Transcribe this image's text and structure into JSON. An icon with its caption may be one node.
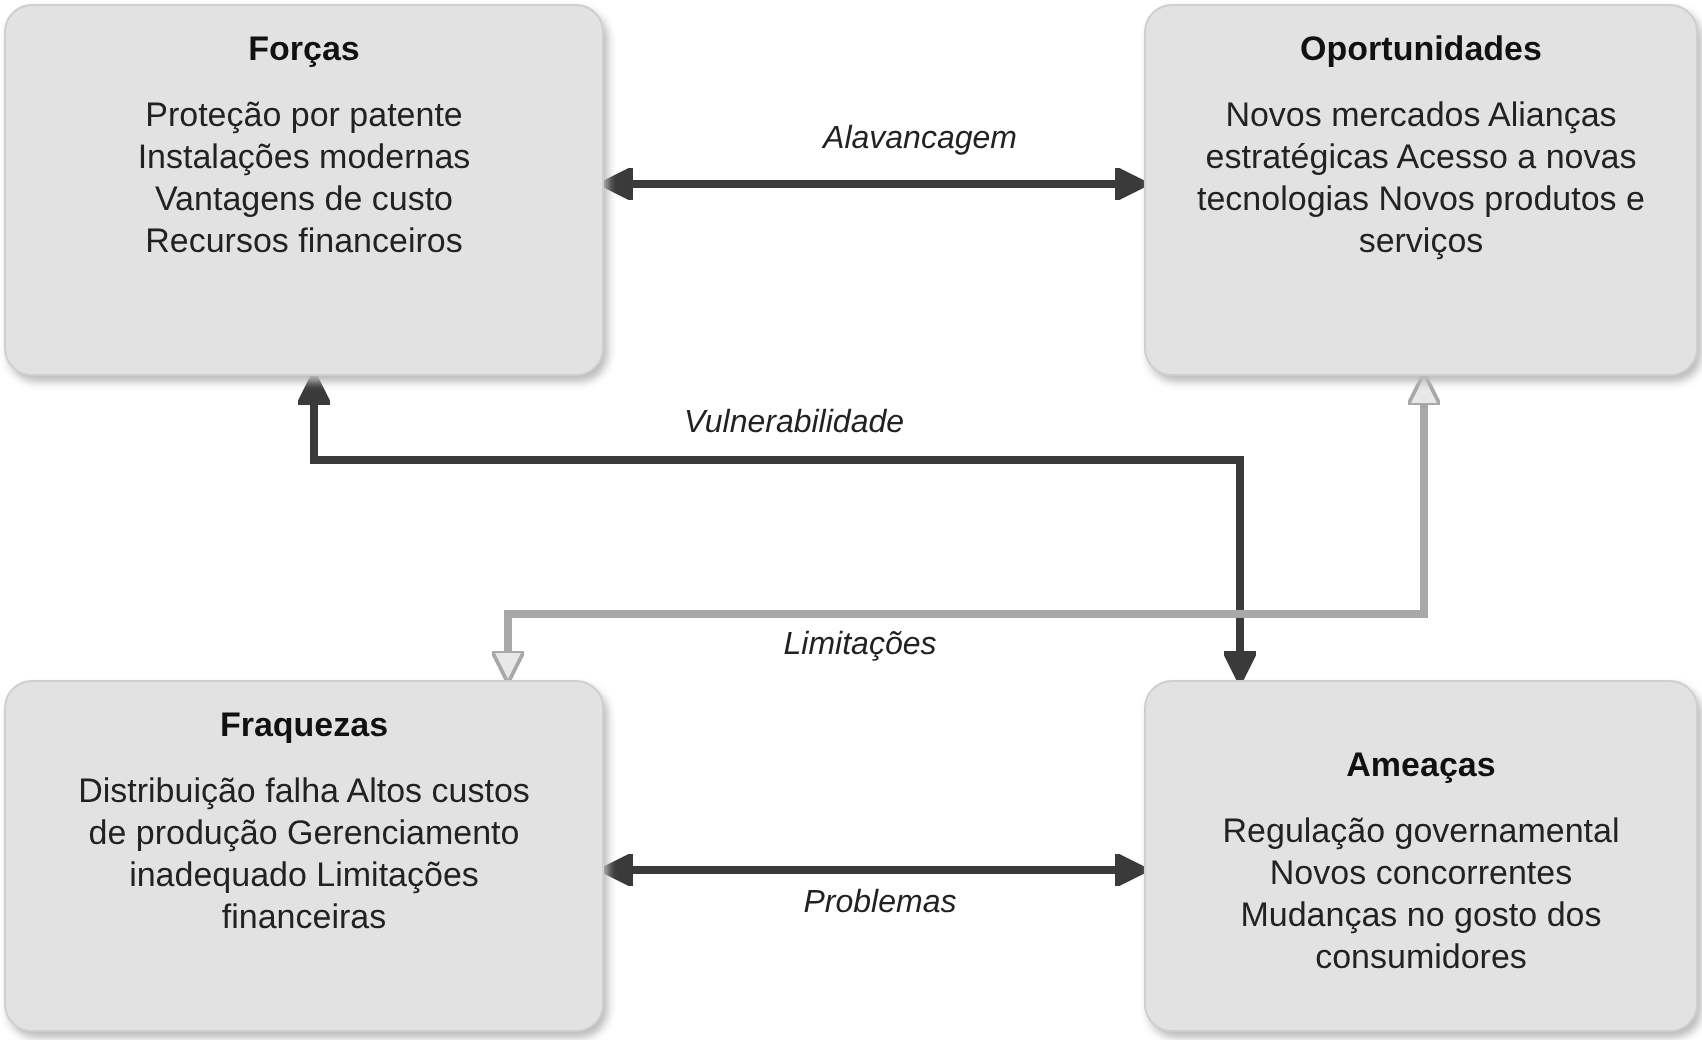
{
  "diagram": {
    "nodes": [
      {
        "text": [
          "Forças",
          "Proteção por patente Instalações modernas Vantagens de custo Recursos financeiros"
        ]
      },
      {
        "text": [
          "Oportunidades",
          "Novos mercados Alianças estratégicas Acesso a novas tecnologias Novos produtos e serviços"
        ]
      },
      {
        "text": [
          "Fraquezas",
          "Distribuição falha Altos custos de produção Gerenciamento inadequado Limitações financeiras"
        ]
      },
      {
        "text": [
          "Ameaças",
          "Regulação governamental Novos concorrentes Mudanças no gosto dos consumidores"
        ]
      }
    ],
    "edges": [
      {
        "from": 0,
        "to": 1,
        "arrow": "both",
        "label": "Alavancagem"
      },
      {
        "from": 3,
        "to": 0,
        "arrow": "both",
        "label": "Vulnerabilidade"
      },
      {
        "from": 2,
        "to": 1,
        "arrow": "both",
        "label": "Limitações",
        "color": "#a8a8a8"
      },
      {
        "from": 2,
        "to": 3,
        "arrow": "both",
        "label": "Problemas"
      }
    ]
  }
}
